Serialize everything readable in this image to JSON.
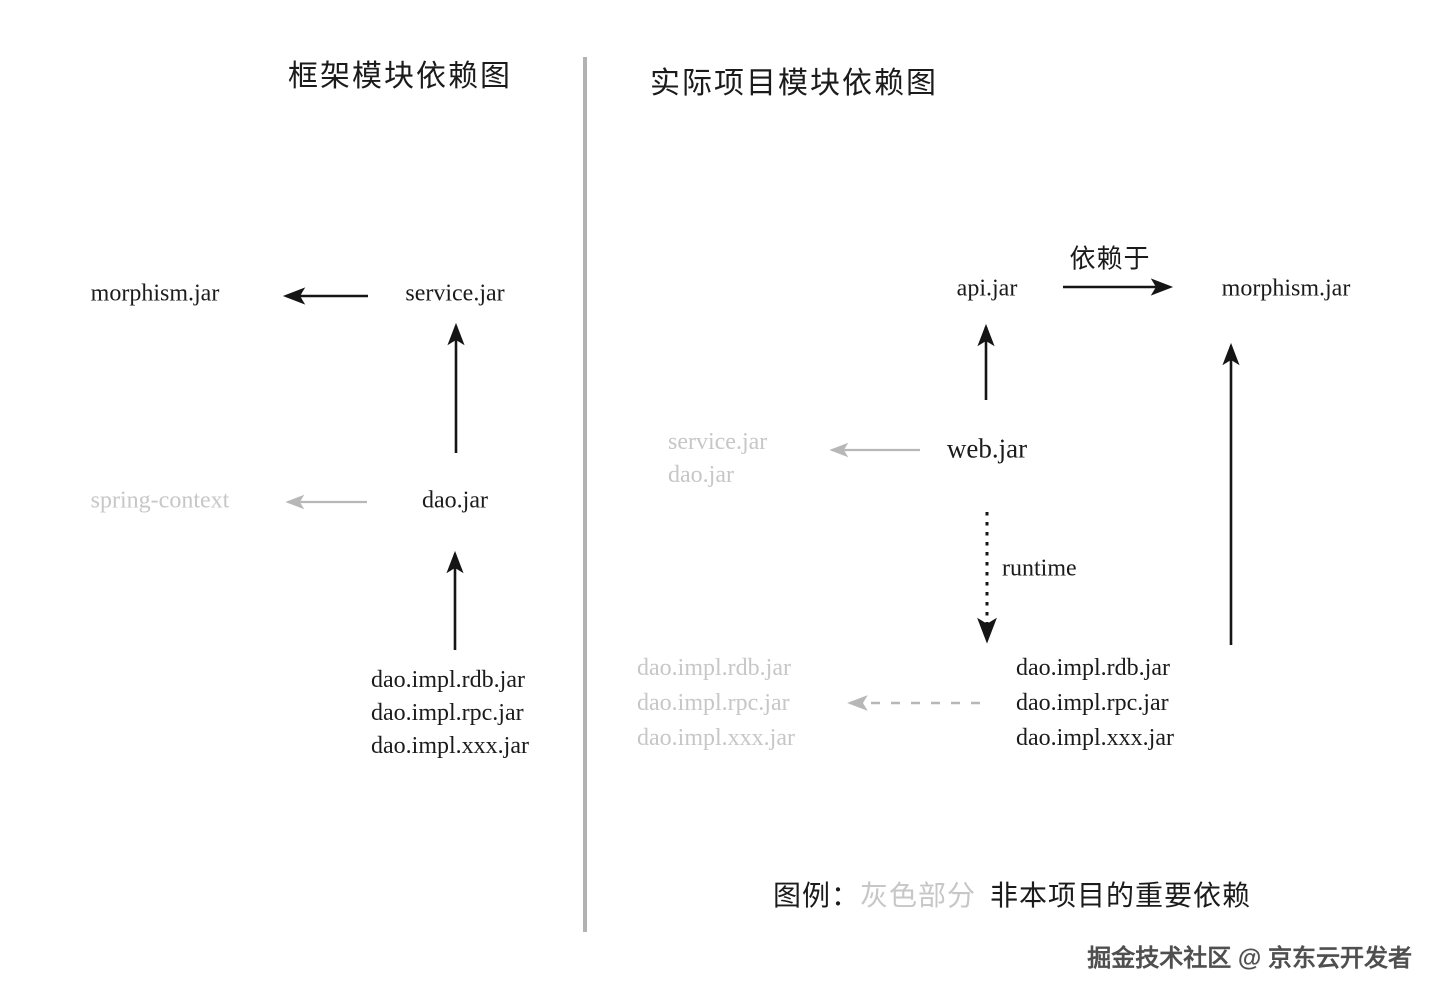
{
  "left": {
    "title": "框架模块依赖图",
    "morphism": "morphism.jar",
    "service": "service.jar",
    "spring_context": "spring-context",
    "dao": "dao.jar",
    "impls": [
      "dao.impl.rdb.jar",
      "dao.impl.rpc.jar",
      "dao.impl.xxx.jar"
    ]
  },
  "right": {
    "title": "实际项目模块依赖图",
    "api": "api.jar",
    "depends_label": "依赖于",
    "morphism": "morphism.jar",
    "service_gray": "service.jar",
    "dao_gray": "dao.jar",
    "web": "web.jar",
    "runtime_label": "runtime",
    "impls_gray": [
      "dao.impl.rdb.jar",
      "dao.impl.rpc.jar",
      "dao.impl.xxx.jar"
    ],
    "impls": [
      "dao.impl.rdb.jar",
      "dao.impl.rpc.jar",
      "dao.impl.xxx.jar"
    ]
  },
  "legend": {
    "label": "图例：",
    "gray_part": "灰色部分",
    "description": "非本项目的重要依赖"
  },
  "watermark": "掘金技术社区 @ 京东云开发者",
  "colors": {
    "black": "#1b1b1b",
    "gray_text": "#c7c7c7",
    "gray_arrow": "#b7b7b7",
    "divider": "#b2b2b2"
  }
}
